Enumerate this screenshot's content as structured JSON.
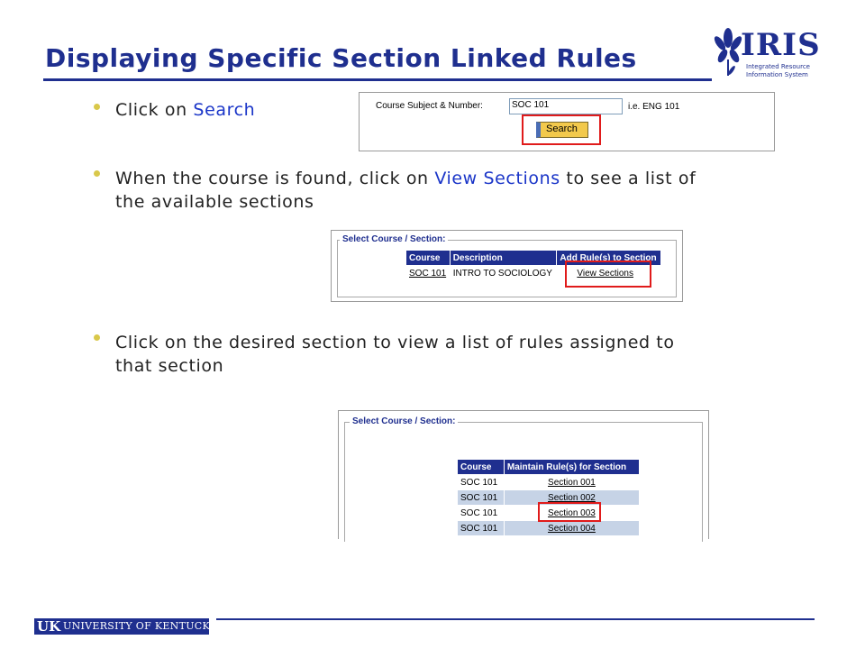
{
  "slide": {
    "title": "Displaying Specific Section Linked Rules",
    "logo": {
      "name": "IRIS",
      "sub1": "Integrated Resource",
      "sub2": "Information System"
    },
    "bullets": [
      {
        "pre": "Click on ",
        "highlight": "Search",
        "post": ""
      },
      {
        "pre": "When the course is found, click on ",
        "highlight": "View Sections",
        "post": " to see a list of",
        "line2": "the available sections"
      },
      {
        "pre": "Click on the desired section to view a list of rules assigned to",
        "line2": "that section"
      }
    ],
    "footer": {
      "uk": "UK",
      "name": "UNIVERSITY OF KENTUCKY"
    },
    "colors": {
      "title": "#1f2f8f",
      "highlight": "#1a35c8",
      "bullet": "#d9c84a",
      "callout": "#e01b1b",
      "table_header": "#1f2f8f"
    }
  },
  "search_panel": {
    "field_label": "Course Subject & Number:",
    "field_value": "SOC 101",
    "hint": "i.e. ENG 101",
    "button": "Search"
  },
  "course_panel": {
    "legend": "Select Course / Section:",
    "headers": [
      "Course",
      "Description",
      "Add Rule(s) to Section"
    ],
    "row": {
      "course": "SOC 101",
      "description": "INTRO TO SOCIOLOGY",
      "action": "View Sections"
    }
  },
  "section_panel": {
    "legend": "Select Course / Section:",
    "headers": [
      "Course",
      "Maintain Rule(s) for Section"
    ],
    "rows": [
      {
        "course": "SOC 101",
        "section": "Section 001"
      },
      {
        "course": "SOC 101",
        "section": "Section 002"
      },
      {
        "course": "SOC 101",
        "section": "Section 003"
      },
      {
        "course": "SOC 101",
        "section": "Section 004"
      }
    ]
  }
}
